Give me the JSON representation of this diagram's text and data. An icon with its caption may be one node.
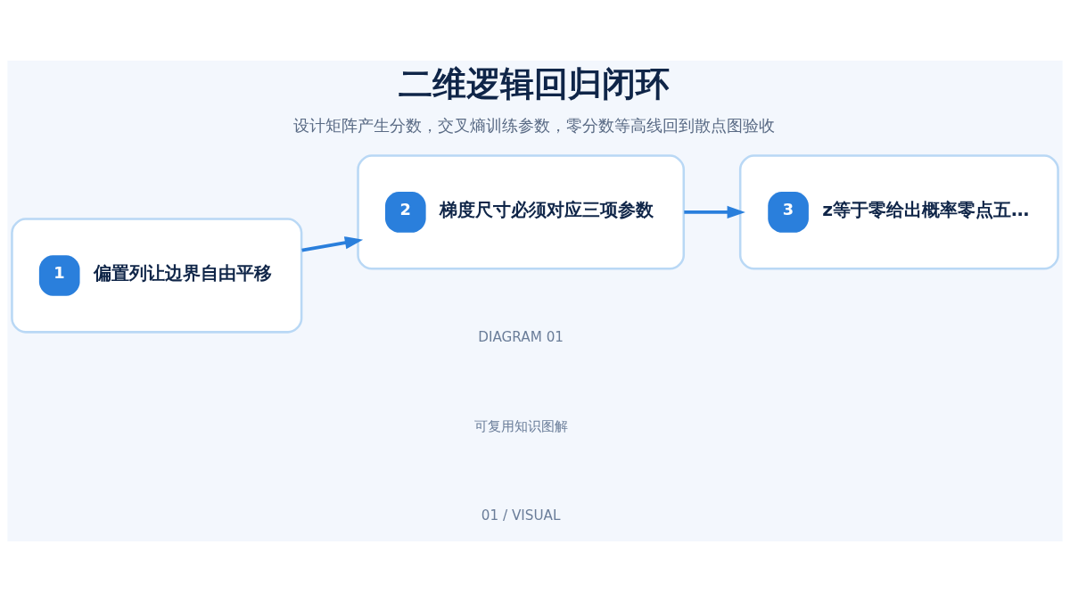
{
  "diagram": {
    "title": "二维逻辑回归闭环",
    "caption": "设计矩阵产生分数，交叉熵训练参数，零分数等高线回到散点图验收",
    "nodes": [
      {
        "text": [
          "1",
          "偏置列让边界自由平移"
        ]
      },
      {
        "text": [
          "2",
          "梯度尺寸必须对应三项参数"
        ]
      },
      {
        "text": [
          "3",
          "z等于零给出概率零点五…"
        ]
      }
    ],
    "edges": [
      {
        "from": 0,
        "to": 1,
        "arrow": "to"
      },
      {
        "from": 1,
        "to": 2,
        "arrow": "to"
      }
    ],
    "labels": [
      "DIAGRAM 01",
      "可复用知识图解",
      "01 / VISUAL"
    ]
  }
}
